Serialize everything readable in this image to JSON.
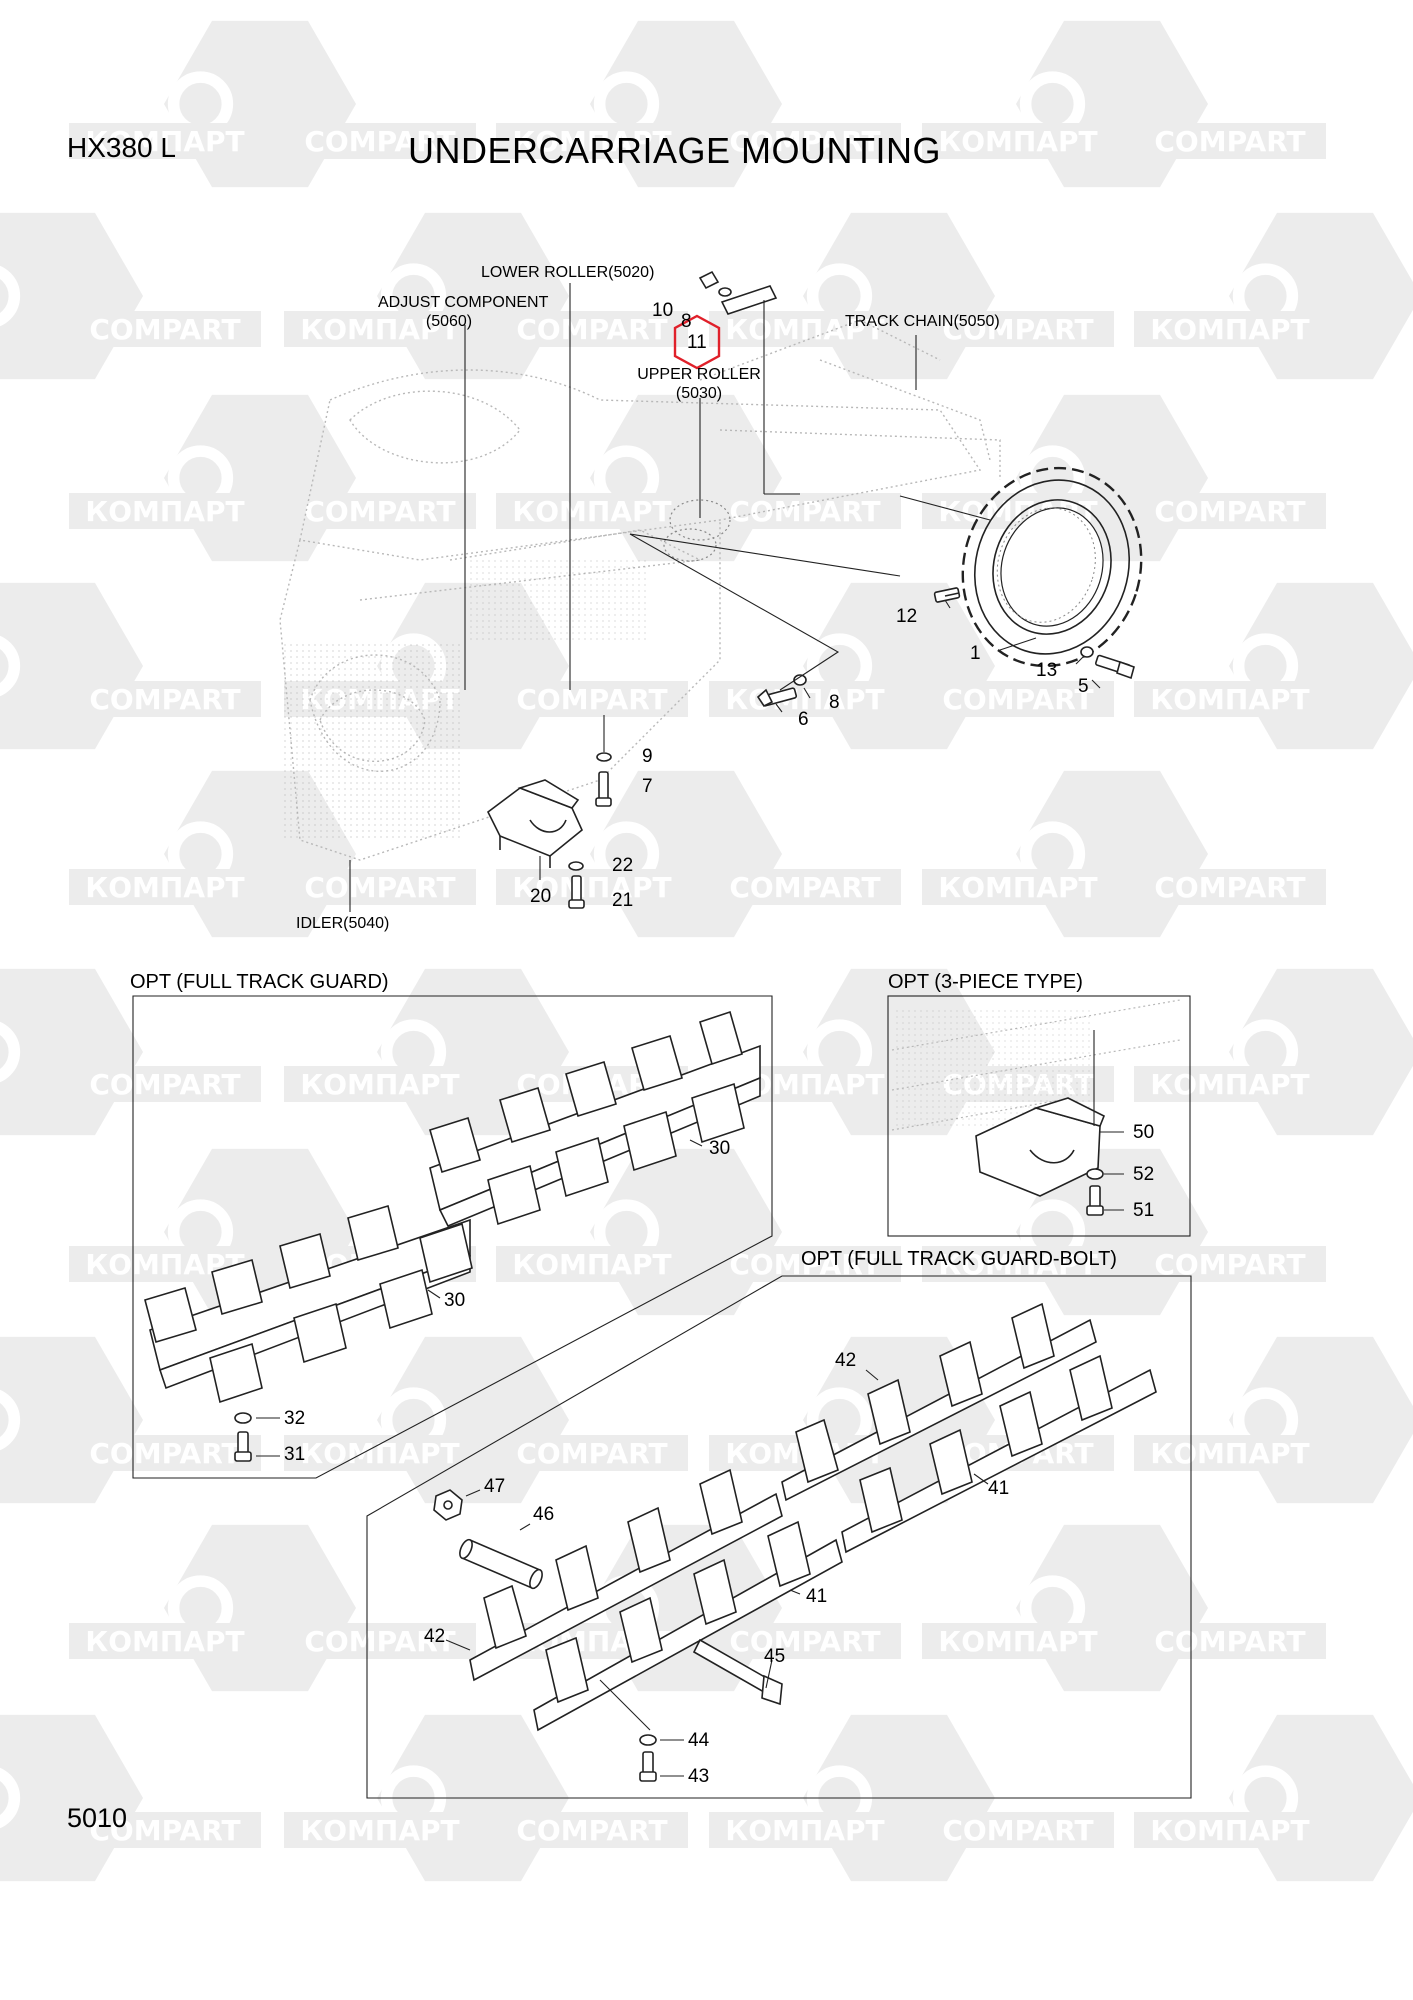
{
  "header": {
    "model": "HX380 L",
    "title": "UNDERCARRIAGE MOUNTING"
  },
  "footer": {
    "page_number": "5010"
  },
  "watermark": {
    "latin": "COMPART",
    "cyrillic": "КОМПАРТ"
  },
  "assemblies": {
    "lower_roller": "LOWER ROLLER(5020)",
    "adjust_component_1": "ADJUST COMPONENT",
    "adjust_component_2": "(5060)",
    "track_chain": "TRACK CHAIN(5050)",
    "upper_roller_1": "UPPER ROLLER",
    "upper_roller_2": "(5030)",
    "idler": "IDLER(5040)"
  },
  "options": {
    "full_track_guard": "OPT (FULL TRACK GUARD)",
    "three_piece": "OPT (3-PIECE TYPE)",
    "full_track_guard_bolt": "OPT (FULL TRACK GUARD-BOLT)"
  },
  "callouts": {
    "p1": "1",
    "p5": "5",
    "p6": "6",
    "p7": "7",
    "p8a": "8",
    "p8b": "8",
    "p9": "9",
    "p10": "10",
    "p11": "11",
    "p12": "12",
    "p13": "13",
    "p20": "20",
    "p21": "21",
    "p22": "22",
    "p30a": "30",
    "p30b": "30",
    "p31": "31",
    "p32": "32",
    "p41a": "41",
    "p41b": "41",
    "p42a": "42",
    "p42b": "42",
    "p43": "43",
    "p44": "44",
    "p45": "45",
    "p46": "46",
    "p47": "47",
    "p50": "50",
    "p51": "51",
    "p52": "52"
  },
  "colors": {
    "highlight": "#e0202a",
    "watermark_fill": "#ececec",
    "watermark_text": "#ffffff",
    "line": "#222222",
    "faint": "#bdbdbd"
  }
}
